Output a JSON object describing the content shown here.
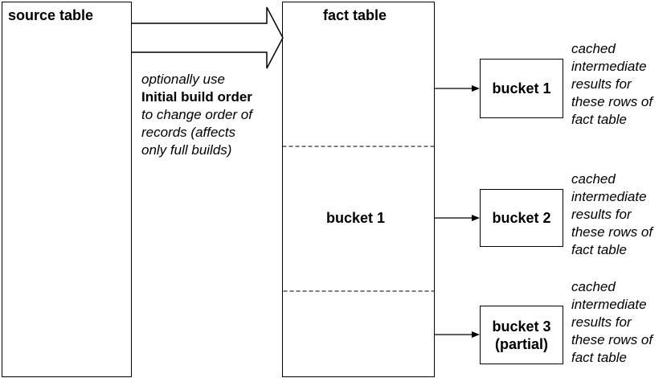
{
  "source_table": {
    "label": "source table"
  },
  "fact_table": {
    "label": "fact table",
    "middle_segment_label": "bucket 1"
  },
  "order_note": {
    "line1": "optionally use",
    "line2_bold": "Initial build order",
    "line3": "to change order of",
    "line4": "records (affects",
    "line5": "only full builds)"
  },
  "buckets": [
    {
      "line1": "bucket 1",
      "line2": ""
    },
    {
      "line1": "bucket 2",
      "line2": ""
    },
    {
      "line1": "bucket 3",
      "line2": "(partial)"
    }
  ],
  "cache_notes": [
    {
      "lines": [
        "cached",
        "intermediate",
        "results for",
        "these rows of",
        "fact table"
      ]
    },
    {
      "lines": [
        "cached",
        "intermediate",
        "results for",
        "these rows of",
        "fact table"
      ]
    },
    {
      "lines": [
        "cached",
        "intermediate",
        "results for",
        "these rows of",
        "fact table"
      ]
    }
  ]
}
